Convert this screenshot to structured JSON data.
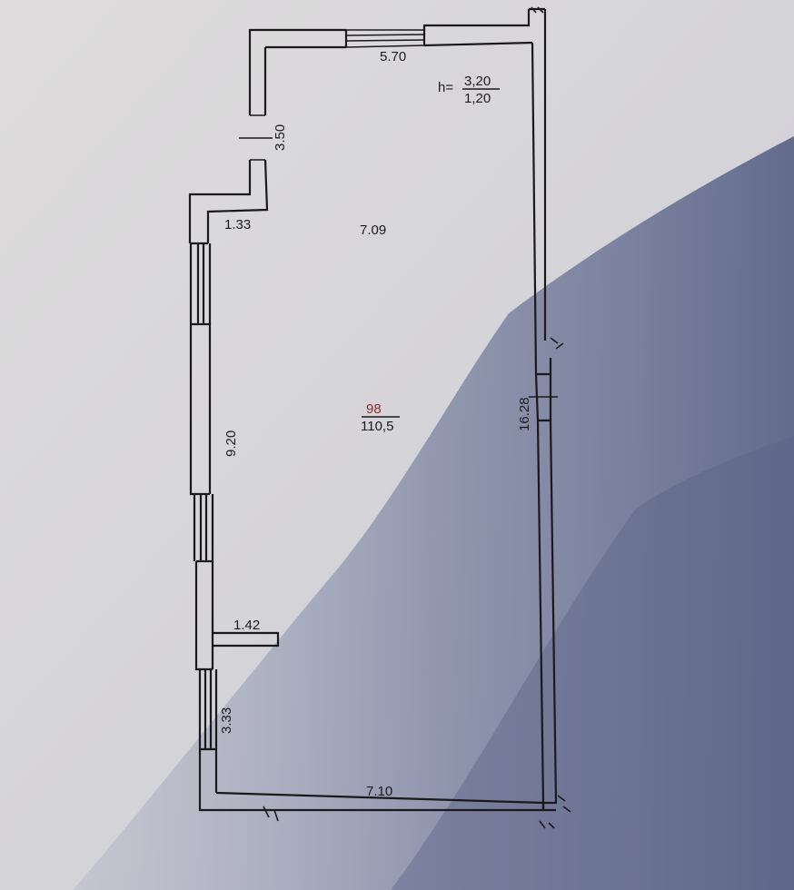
{
  "plan": {
    "height_label": "h=",
    "height_top": "3,20",
    "height_bottom": "1,20",
    "dimensions": {
      "top_wall": "5.70",
      "left_upper": "3.50",
      "notch": "1.33",
      "room_width": "7.09",
      "left_middle": "9.20",
      "partition": "1.42",
      "left_lower": "3.33",
      "bottom_wall": "7.10",
      "right_wall": "16.28"
    },
    "room_number": "98",
    "room_area": "110,5"
  },
  "colors": {
    "paper": "#d9d7da",
    "shadow": "#6b7391",
    "ink": "#1a1a1a",
    "room_number": "#8b2a2a"
  }
}
